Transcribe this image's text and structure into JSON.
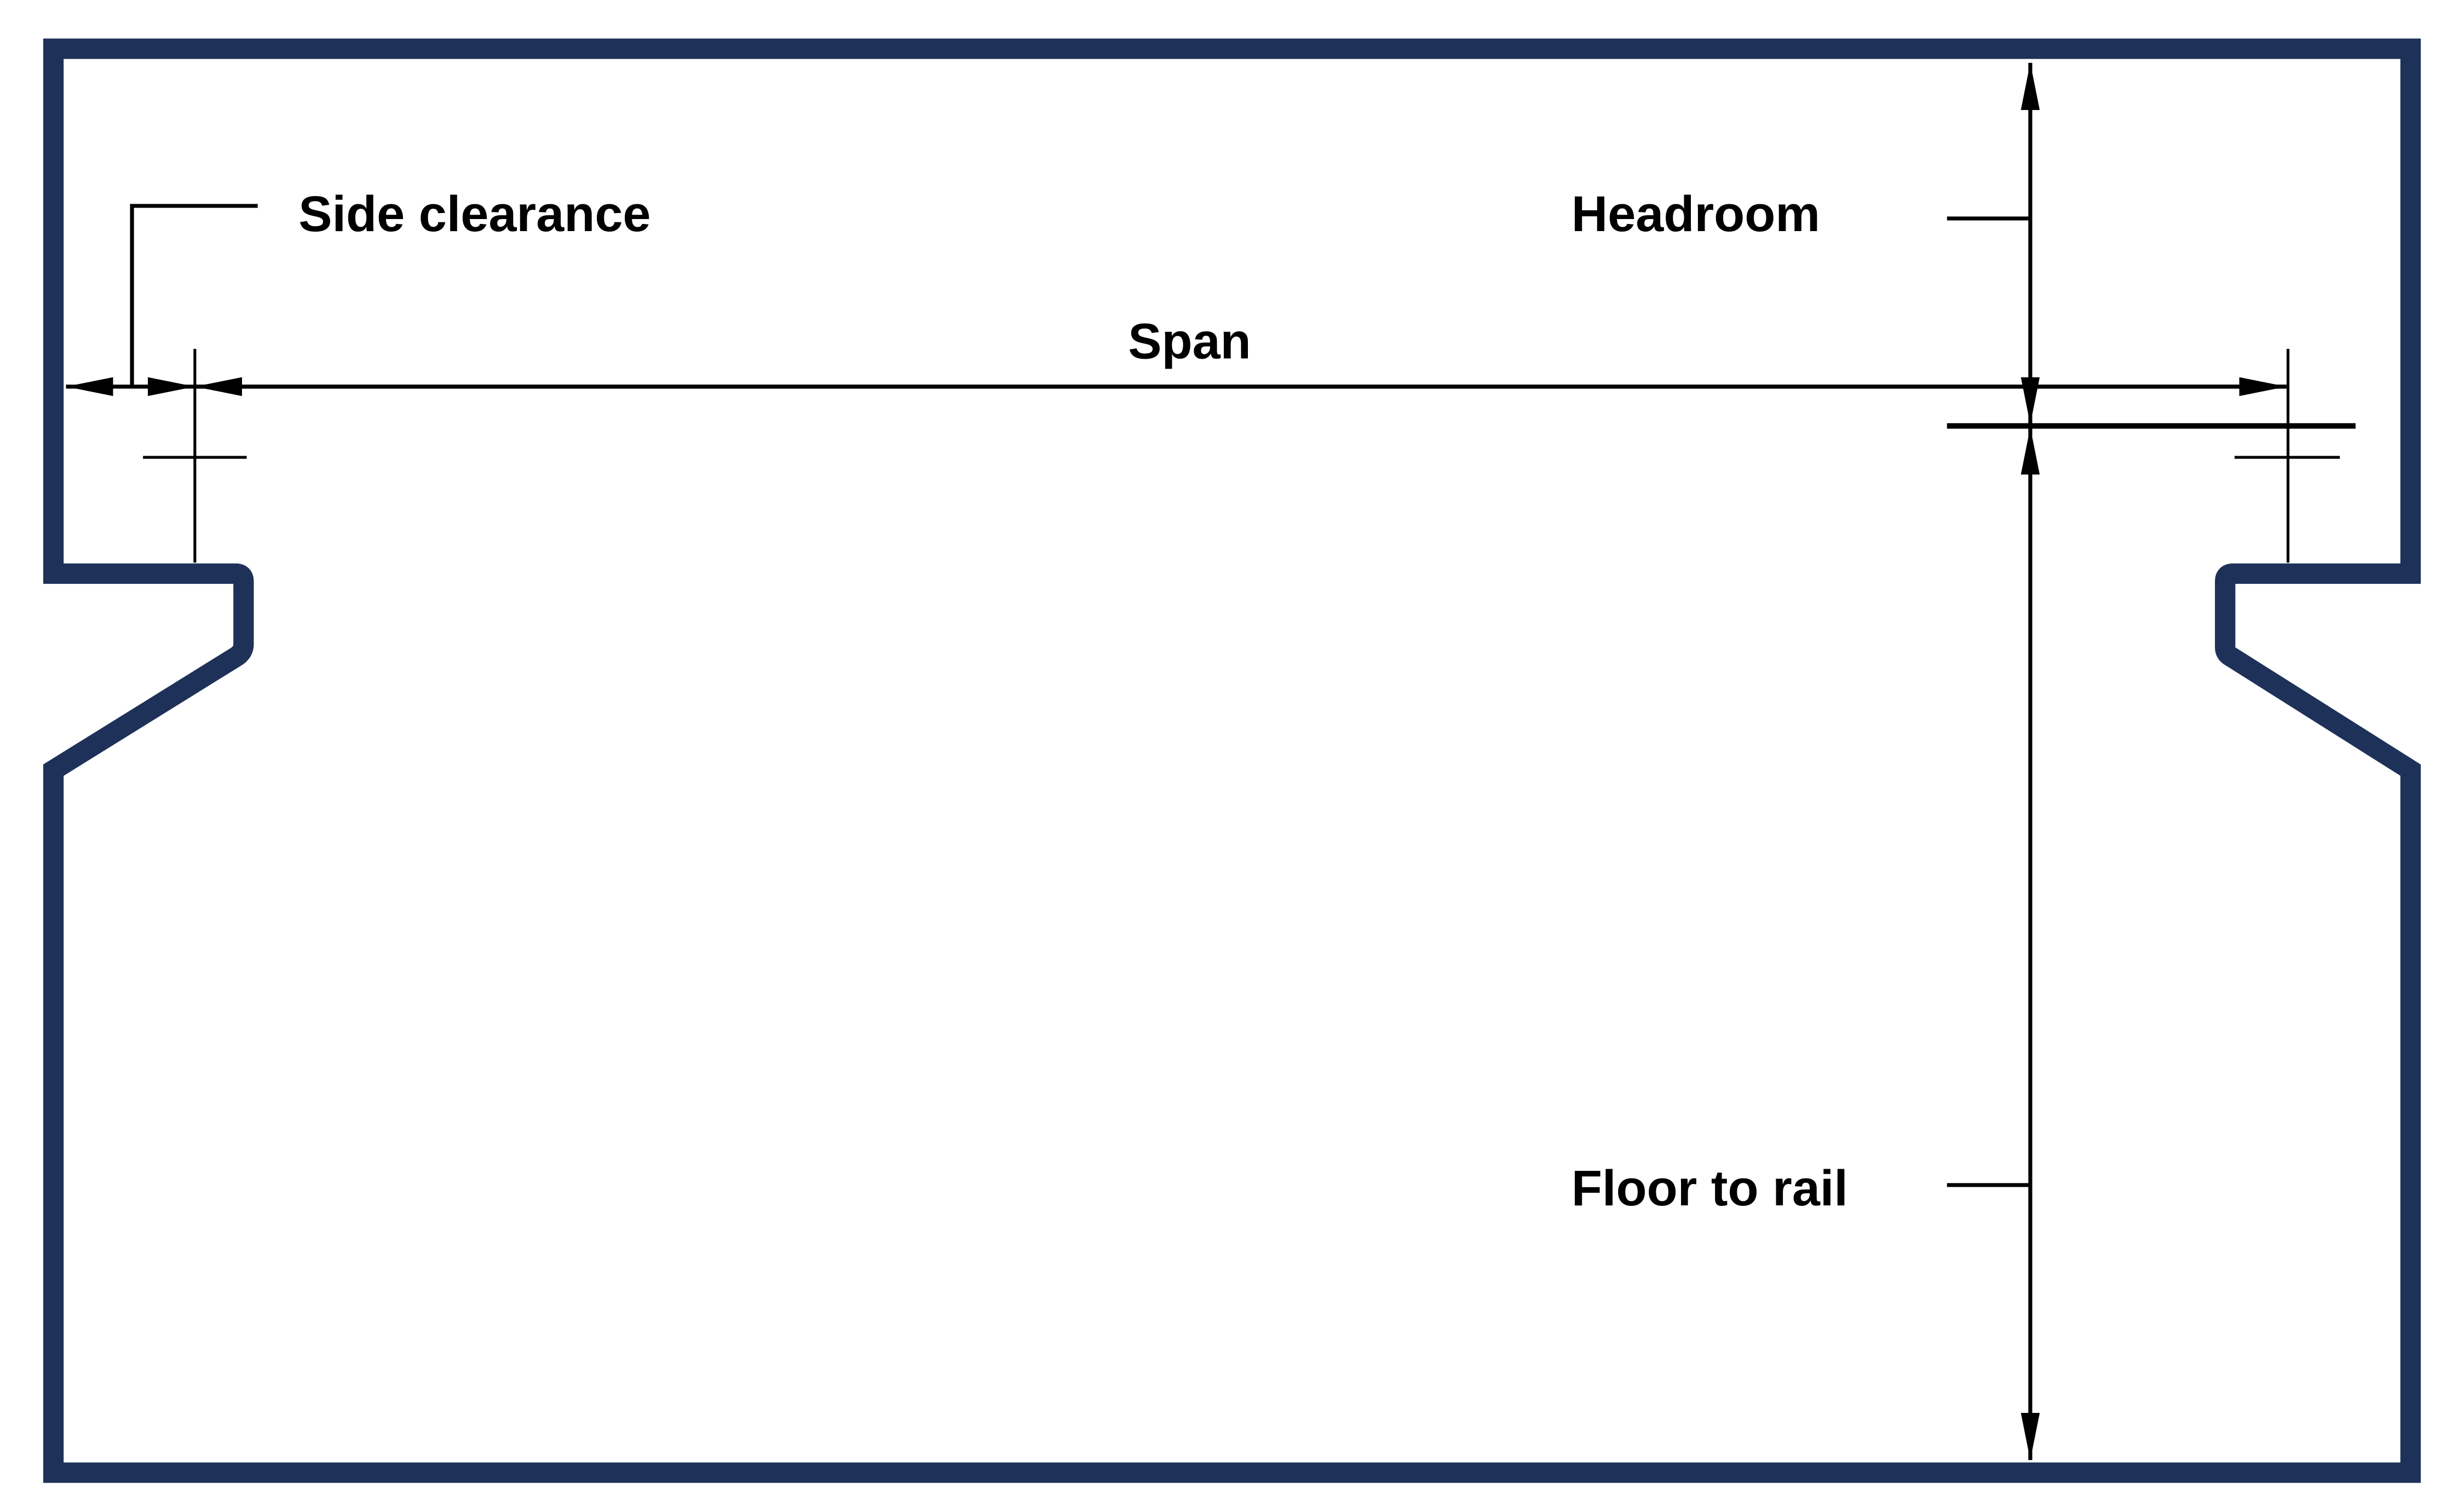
{
  "labels": {
    "side_clearance": "Side clearance",
    "span": "Span",
    "headroom": "Headroom",
    "floor_to_rail": "Floor to rail"
  },
  "colors": {
    "outline": "#1e3158",
    "dimension": "#000000"
  }
}
